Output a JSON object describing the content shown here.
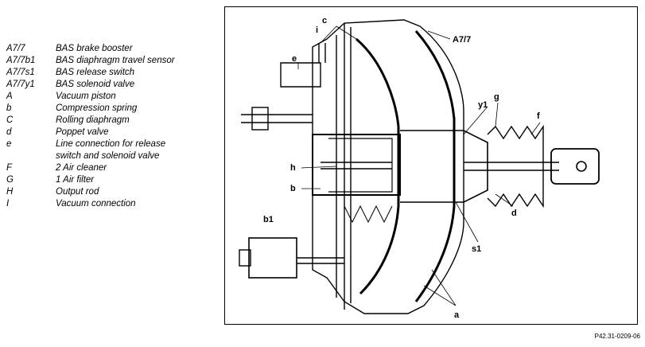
{
  "legend": [
    {
      "code": "A7/7",
      "desc": "BAS brake booster"
    },
    {
      "code": "A7/7b1",
      "desc": "BAS diaphragm travel sensor"
    },
    {
      "code": "A7/7s1",
      "desc": "BAS release switch"
    },
    {
      "code": "A7/7y1",
      "desc": "BAS solenoid valve"
    },
    {
      "code": "A",
      "desc": "Vacuum piston"
    },
    {
      "code": "b",
      "desc": "Compression spring"
    },
    {
      "code": "C",
      "desc": "Rolling diaphragm"
    },
    {
      "code": "d",
      "desc": "Poppet valve"
    },
    {
      "code": "e",
      "desc": "Line connection for release\nswitch and solenoid valve"
    },
    {
      "code": "F",
      "desc": "2 Air cleaner"
    },
    {
      "code": "G",
      "desc": "1 Air filter"
    },
    {
      "code": "H",
      "desc": "Output rod"
    },
    {
      "code": "I",
      "desc": "Vacuum connection"
    }
  ],
  "callouts": {
    "c": "c",
    "i": "i",
    "a77": "A7/7",
    "e": "e",
    "y1": "y1",
    "g": "g",
    "f": "f",
    "h": "h",
    "b": "b",
    "d": "d",
    "b1": "b1",
    "s1": "s1",
    "a": "a"
  },
  "reference": "P42.31-0209-06"
}
